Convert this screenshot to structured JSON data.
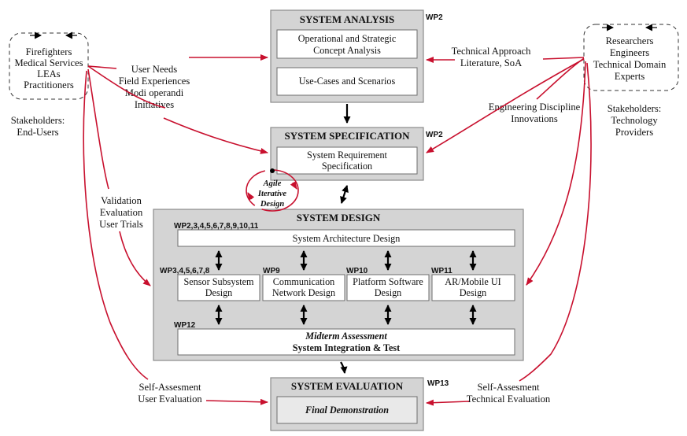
{
  "stakeholders_end_users": {
    "members": [
      "Firefighters",
      "Medical Services",
      "LEAs",
      "Practitioners"
    ],
    "caption": [
      "Stakeholders:",
      "End-Users"
    ]
  },
  "stakeholders_tech": {
    "members": [
      "Researchers",
      "Engineers",
      "Technical Domain",
      "Experts"
    ],
    "caption": [
      "Stakeholders:",
      "Technology",
      "Providers"
    ]
  },
  "inputs_left": {
    "user_needs": [
      "User Needs",
      "Field Experiences",
      "Modi operandi",
      "Initiatives"
    ],
    "validation": [
      "Validation",
      "Evaluation",
      "User Trials"
    ],
    "self_assessment": [
      "Self-Assesment",
      "User Evaluation"
    ]
  },
  "inputs_right": {
    "technical_approach": [
      "Technical Approach",
      "Literature, SoA"
    ],
    "engineering": [
      "Engineering Discipline",
      "Innovations"
    ],
    "self_assessment": [
      "Self-Assesment",
      "Technical Evaluation"
    ]
  },
  "system_analysis": {
    "title": "SYSTEM ANALYSIS",
    "wp": "WP2",
    "boxes": [
      [
        "Operational and Strategic",
        "Concept Analysis"
      ],
      [
        "Use-Cases and Scenarios"
      ]
    ]
  },
  "system_specification": {
    "title": "SYSTEM SPECIFICATION",
    "wp": "WP2",
    "box": [
      "System Requirement",
      "Specification"
    ]
  },
  "agile": [
    "Agile",
    "Iterative",
    "Design"
  ],
  "system_design": {
    "title": "SYSTEM DESIGN",
    "architecture": {
      "wp": "WP2,3,4,5,6,7,8,9,10,11",
      "label": "System Architecture Design"
    },
    "subsystems": [
      {
        "wp": "WP3,4,5,6,7,8",
        "label": [
          "Sensor Subsystem",
          "Design"
        ]
      },
      {
        "wp": "WP9",
        "label": [
          "Communication",
          "Network Design"
        ]
      },
      {
        "wp": "WP10",
        "label": [
          "Platform Software",
          "Design"
        ]
      },
      {
        "wp": "WP11",
        "label": [
          "AR/Mobile UI",
          "Design"
        ]
      }
    ],
    "integration": {
      "wp": "WP12",
      "line1": "Midterm Assessment",
      "line2": "System Integration & Test"
    }
  },
  "system_evaluation": {
    "title": "SYSTEM EVALUATION",
    "wp": "WP13",
    "box": "Final Demonstration"
  }
}
